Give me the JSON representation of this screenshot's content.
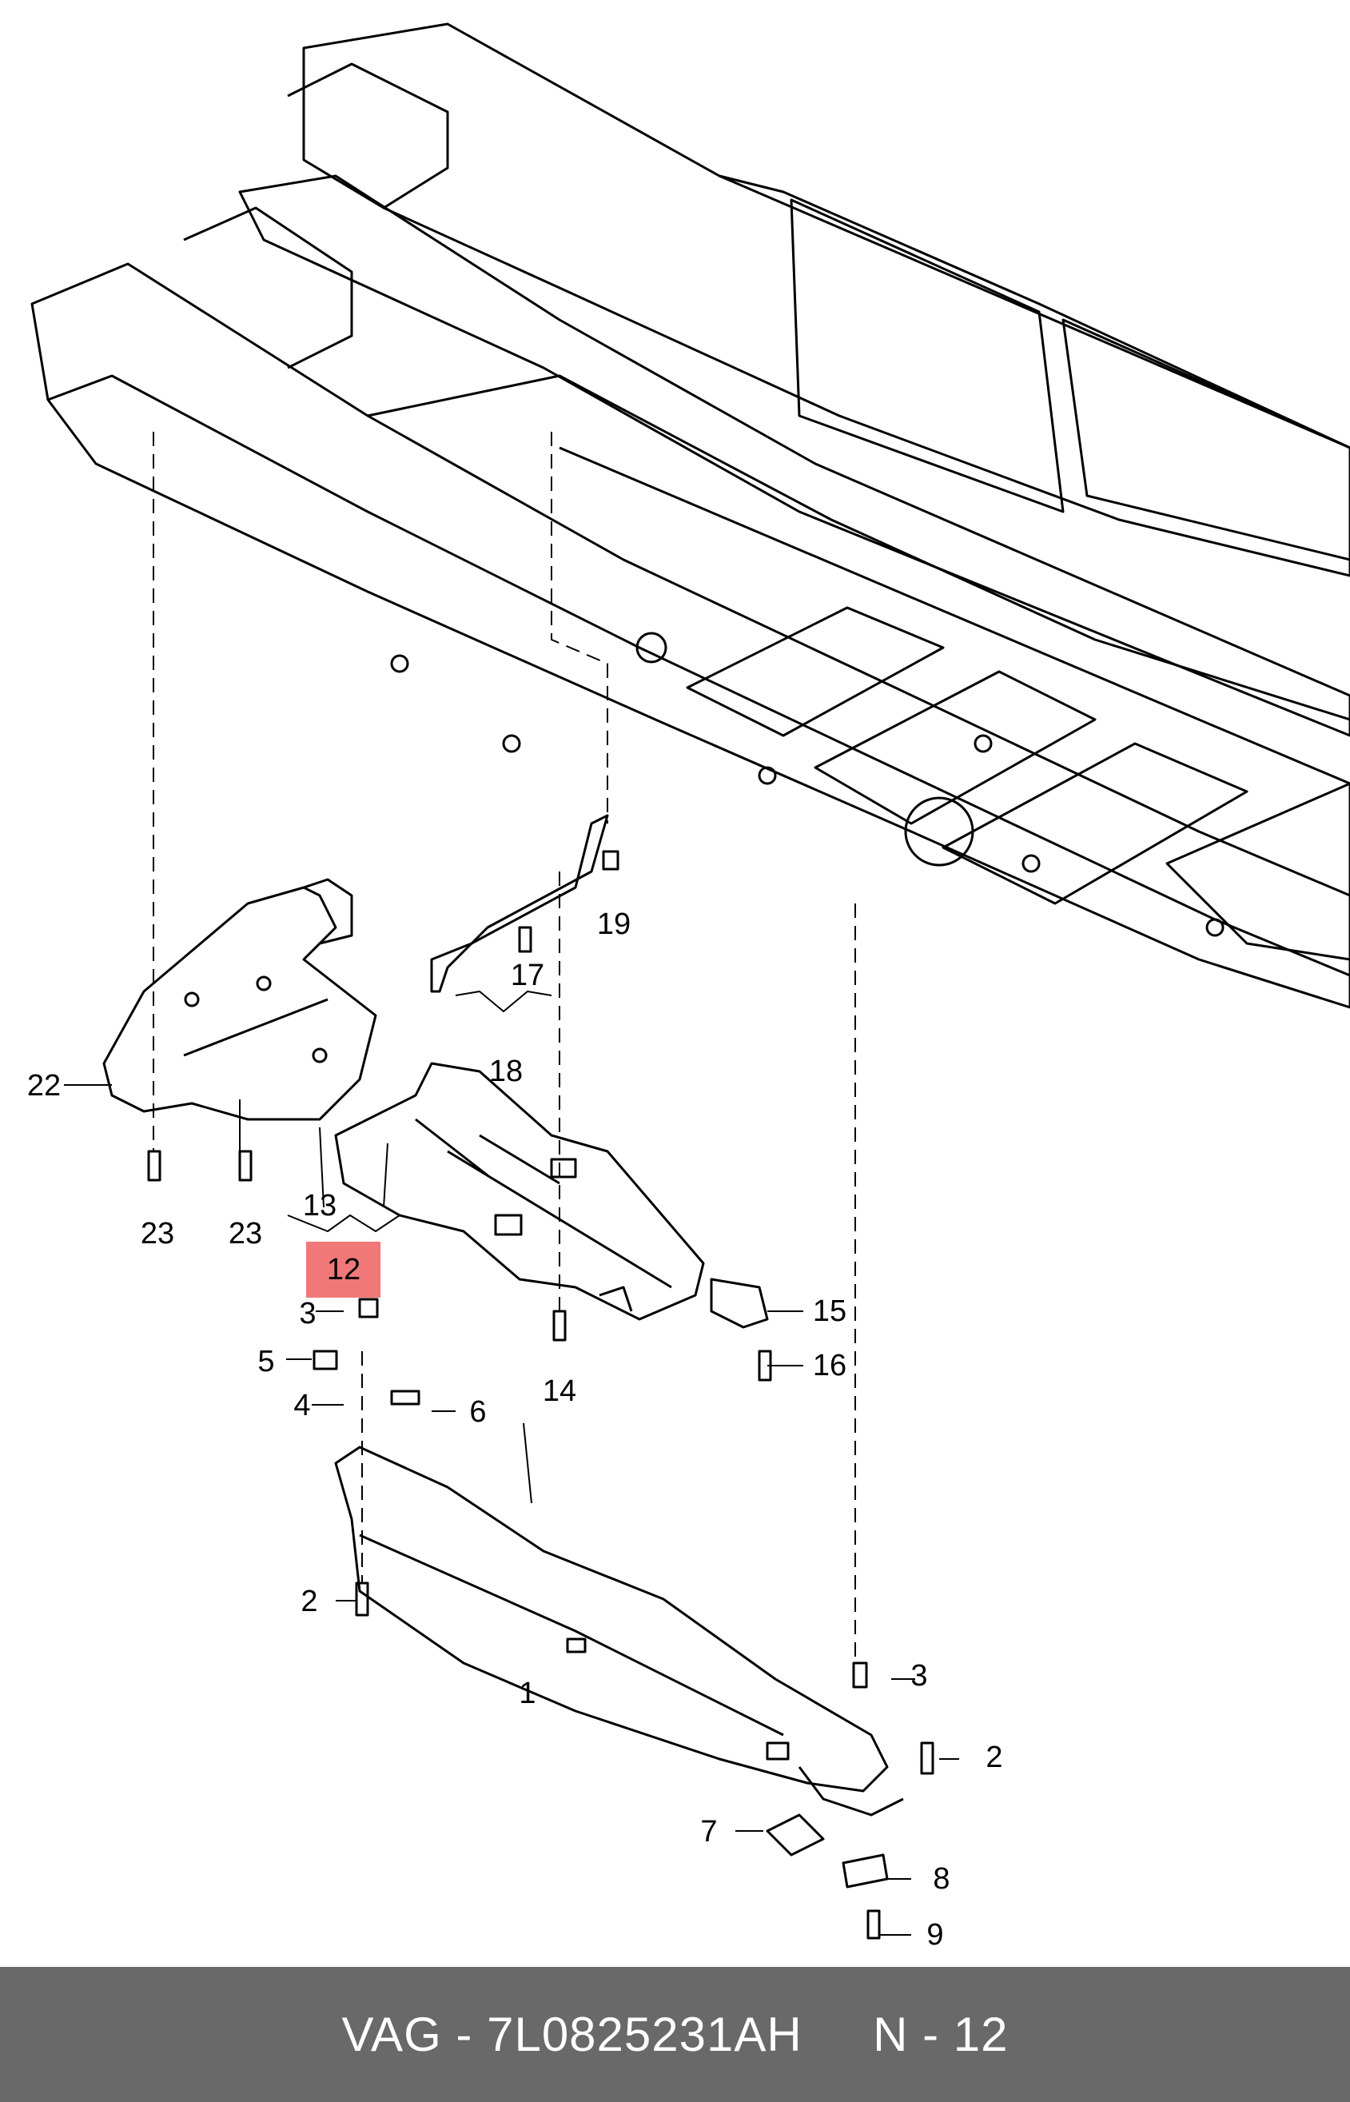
{
  "callouts": {
    "c1": "1",
    "c2a": "2",
    "c2b": "2",
    "c3a": "3",
    "c3b": "3",
    "c4": "4",
    "c5": "5",
    "c6": "6",
    "c7": "7",
    "c8": "8",
    "c9": "9",
    "c12": "12",
    "c13": "13",
    "c14": "14",
    "c15": "15",
    "c16": "16",
    "c17": "17",
    "c18": "18",
    "c19": "19",
    "c22": "22",
    "c23a": "23",
    "c23b": "23"
  },
  "highlight": {
    "label": "12",
    "color": "#f07878"
  },
  "footer": {
    "brand": "VAG",
    "separator": " - ",
    "part_number": "7L0825231AH",
    "gap": "     ",
    "position": "N - 12",
    "bg_color": "#696969"
  }
}
